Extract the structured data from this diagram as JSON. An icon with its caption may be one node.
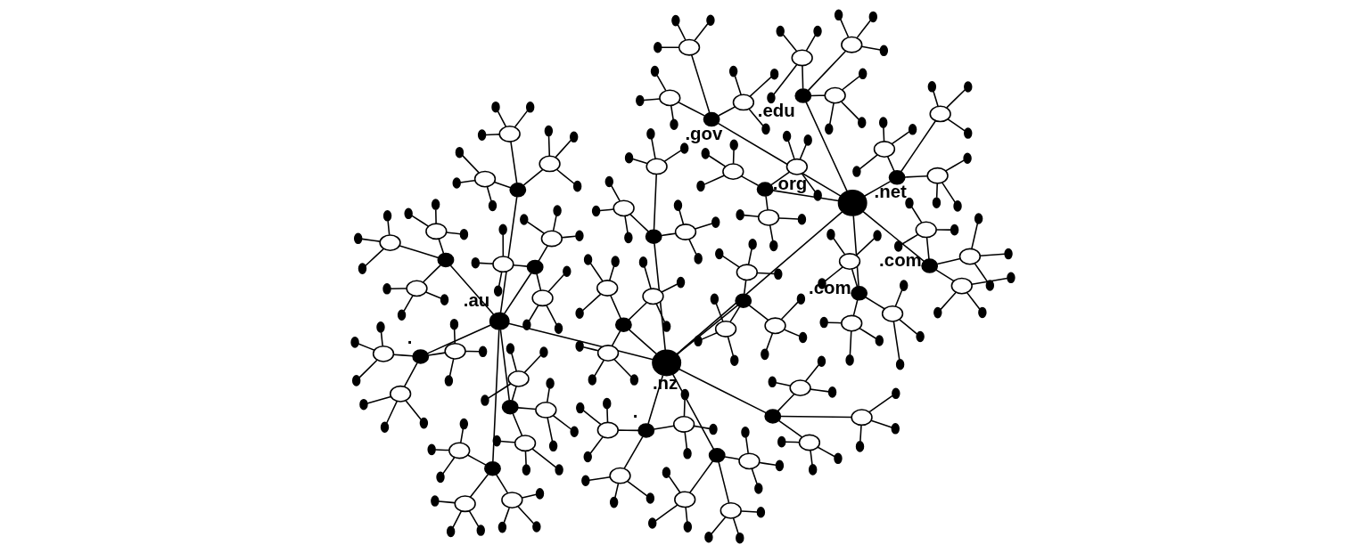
{
  "diagram": {
    "nodes": [
      {
        "text": [],
        "shape": "circle"
      },
      {
        "text": [],
        "shape": "circle",
        "beside": [
          ".com"
        ]
      },
      {
        "text": [],
        "shape": "ellipse"
      },
      {
        "text": [],
        "shape": "circle"
      },
      {
        "text": [],
        "shape": "circle"
      },
      {
        "text": [],
        "shape": "circle"
      },
      {
        "text": [],
        "shape": "ellipse"
      },
      {
        "text": [],
        "shape": "circle"
      },
      {
        "text": [],
        "shape": "circle"
      },
      {
        "text": [],
        "shape": "circle"
      },
      {
        "text": [],
        "shape": "ellipse"
      },
      {
        "text": [],
        "shape": "circle"
      },
      {
        "text": [],
        "shape": "circle"
      },
      {
        "text": [],
        "shape": "circle"
      },
      {
        "text": [],
        "shape": "circle",
        "beside": [
          ".edu"
        ]
      },
      {
        "text": [],
        "shape": "ellipse"
      },
      {
        "text": [],
        "shape": "circle"
      },
      {
        "text": [],
        "shape": "circle"
      },
      {
        "text": [],
        "shape": "circle"
      },
      {
        "text": [],
        "shape": "ellipse"
      },
      {
        "text": [],
        "shape": "circle"
      },
      {
        "text": [],
        "shape": "circle"
      },
      {
        "text": [],
        "shape": "circle"
      },
      {
        "text": [],
        "shape": "ellipse"
      },
      {
        "text": [],
        "shape": "circle"
      },
      {
        "text": [],
        "shape": "circle"
      },
      {
        "text": [],
        "shape": "circle"
      },
      {
        "text": [],
        "shape": "circle",
        "beside": [
          ".org"
        ]
      },
      {
        "text": [],
        "shape": "ellipse"
      },
      {
        "text": [],
        "shape": "circle"
      },
      {
        "text": [],
        "shape": "circle"
      },
      {
        "text": [],
        "shape": "circle"
      },
      {
        "text": [],
        "shape": "ellipse"
      },
      {
        "text": [],
        "shape": "circle"
      },
      {
        "text": [],
        "shape": "circle"
      },
      {
        "text": [],
        "shape": "circle"
      },
      {
        "text": [],
        "shape": "ellipse"
      },
      {
        "text": [],
        "shape": "circle"
      },
      {
        "text": [],
        "shape": "circle"
      },
      {
        "text": [],
        "shape": "circle"
      },
      {
        "text": [],
        "shape": "circle",
        "beside": [
          ".net"
        ]
      },
      {
        "text": [],
        "shape": "ellipse"
      },
      {
        "text": [],
        "shape": "circle"
      },
      {
        "text": [],
        "shape": "circle"
      },
      {
        "text": [],
        "shape": "circle"
      },
      {
        "text": [],
        "shape": "ellipse"
      },
      {
        "text": [],
        "shape": "circle"
      },
      {
        "text": [],
        "shape": "circle"
      },
      {
        "text": [],
        "shape": "circle"
      },
      {
        "text": [],
        "shape": "ellipse"
      },
      {
        "text": [],
        "shape": "circle"
      },
      {
        "text": [],
        "shape": "circle"
      },
      {
        "text": [],
        "shape": "circle"
      },
      {
        "text": [],
        "shape": "circle",
        "beside": [
          ".gov"
        ]
      },
      {
        "text": [],
        "shape": "ellipse"
      },
      {
        "text": [],
        "shape": "circle"
      },
      {
        "text": [],
        "shape": "circle"
      },
      {
        "text": [],
        "shape": "circle"
      },
      {
        "text": [],
        "shape": "ellipse"
      },
      {
        "text": [],
        "shape": "circle"
      },
      {
        "text": [],
        "shape": "circle"
      },
      {
        "text": [],
        "shape": "circle"
      },
      {
        "text": [],
        "shape": "ellipse"
      },
      {
        "text": [],
        "shape": "circle"
      },
      {
        "text": [],
        "shape": "circle"
      },
      {
        "text": [],
        "shape": "circle"
      },
      {
        "text": [],
        "shape": "circle",
        "beside": [
          ".com"
        ]
      },
      {
        "text": [],
        "shape": "ellipse"
      },
      {
        "text": [],
        "shape": "circle"
      },
      {
        "text": [],
        "shape": "circle"
      },
      {
        "text": [],
        "shape": "circle"
      },
      {
        "text": [],
        "shape": "ellipse"
      },
      {
        "text": [],
        "shape": "circle"
      },
      {
        "text": [],
        "shape": "circle"
      },
      {
        "text": [],
        "shape": "circle"
      },
      {
        "text": [],
        "shape": "ellipse"
      },
      {
        "text": [],
        "shape": "circle"
      },
      {
        "text": [],
        "shape": "circle"
      },
      {
        "text": [],
        "shape": "circle"
      },
      {
        "text": [],
        "shape": "circle",
        "beside": [
          ".nz"
        ]
      },
      {
        "text": [],
        "shape": "circle"
      },
      {
        "text": [],
        "shape": "ellipse"
      },
      {
        "text": [],
        "shape": "circle"
      },
      {
        "text": [],
        "shape": "circle"
      },
      {
        "text": [],
        "shape": "circle"
      },
      {
        "text": [],
        "shape": "ellipse"
      },
      {
        "text": [],
        "shape": "circle"
      },
      {
        "text": [],
        "shape": "circle"
      },
      {
        "text": [],
        "shape": "circle"
      },
      {
        "text": [],
        "shape": "ellipse"
      },
      {
        "text": [],
        "shape": "circle"
      },
      {
        "text": [],
        "shape": "circle"
      },
      {
        "text": [],
        "shape": "circle"
      },
      {
        "text": [],
        "shape": "circle"
      },
      {
        "text": [],
        "shape": "ellipse"
      },
      {
        "text": [],
        "shape": "circle"
      },
      {
        "text": [],
        "shape": "circle"
      },
      {
        "text": [],
        "shape": "circle"
      },
      {
        "text": [],
        "shape": "ellipse"
      },
      {
        "text": [],
        "shape": "circle"
      },
      {
        "text": [],
        "shape": "circle"
      },
      {
        "text": [],
        "shape": "circle"
      },
      {
        "text": [],
        "shape": "ellipse"
      },
      {
        "text": [],
        "shape": "circle"
      },
      {
        "text": [],
        "shape": "circle"
      },
      {
        "text": [],
        "shape": "circle"
      },
      {
        "text": [],
        "shape": "circle"
      },
      {
        "text": [],
        "shape": "ellipse"
      },
      {
        "text": [],
        "shape": "circle"
      },
      {
        "text": [],
        "shape": "circle"
      },
      {
        "text": [],
        "shape": "circle"
      },
      {
        "text": [],
        "shape": "ellipse"
      },
      {
        "text": [],
        "shape": "circle"
      },
      {
        "text": [],
        "shape": "circle"
      },
      {
        "text": [],
        "shape": "circle"
      },
      {
        "text": [],
        "shape": "ellipse"
      },
      {
        "text": [],
        "shape": "circle"
      },
      {
        "text": [],
        "shape": "circle"
      },
      {
        "text": [],
        "shape": "circle"
      },
      {
        "text": [],
        "shape": "circle"
      },
      {
        "text": [],
        "shape": "ellipse"
      },
      {
        "text": [],
        "shape": "circle"
      },
      {
        "text": [],
        "shape": "circle"
      },
      {
        "text": [],
        "shape": "circle"
      },
      {
        "text": [],
        "shape": "ellipse"
      },
      {
        "text": [],
        "shape": "circle"
      },
      {
        "text": [],
        "shape": "circle"
      },
      {
        "text": [],
        "shape": "circle"
      },
      {
        "text": [],
        "shape": "ellipse"
      },
      {
        "text": [],
        "shape": "circle"
      },
      {
        "text": [],
        "shape": "circle"
      },
      {
        "text": [],
        "shape": "circle"
      },
      {
        "text": [],
        "shape": "circle"
      },
      {
        "text": [],
        "shape": "ellipse"
      },
      {
        "text": [],
        "shape": "circle"
      },
      {
        "text": [],
        "shape": "circle"
      },
      {
        "text": [],
        "shape": "circle"
      },
      {
        "text": [],
        "shape": "ellipse"
      },
      {
        "text": [],
        "shape": "circle"
      },
      {
        "text": [],
        "shape": "circle"
      },
      {
        "text": [],
        "shape": "circle"
      },
      {
        "text": [],
        "shape": "ellipse"
      },
      {
        "text": [],
        "shape": "circle"
      },
      {
        "text": [],
        "shape": "circle"
      },
      {
        "text": [],
        "shape": "circle"
      },
      {
        "text": [],
        "shape": "circle",
        "beside": [
          "."
        ]
      },
      {
        "text": [],
        "shape": "ellipse"
      },
      {
        "text": [],
        "shape": "circle"
      },
      {
        "text": [],
        "shape": "circle"
      },
      {
        "text": [],
        "shape": "circle"
      },
      {
        "text": [],
        "shape": "ellipse"
      },
      {
        "text": [],
        "shape": "circle"
      },
      {
        "text": [],
        "shape": "circle"
      },
      {
        "text": [],
        "shape": "circle"
      },
      {
        "text": [],
        "shape": "ellipse"
      },
      {
        "text": [],
        "shape": "circle"
      },
      {
        "text": [],
        "shape": "circle"
      },
      {
        "text": [],
        "shape": "circle"
      },
      {
        "text": [],
        "shape": "circle",
        "beside": [
          ".au"
        ]
      },
      {
        "text": [],
        "shape": "circle"
      },
      {
        "text": [],
        "shape": "ellipse"
      },
      {
        "text": [],
        "shape": "circle"
      },
      {
        "text": [],
        "shape": "circle"
      },
      {
        "text": [],
        "shape": "circle"
      },
      {
        "text": [],
        "shape": "ellipse"
      },
      {
        "text": [],
        "shape": "circle"
      },
      {
        "text": [],
        "shape": "circle"
      },
      {
        "text": [],
        "shape": "circle"
      },
      {
        "text": [],
        "shape": "ellipse"
      },
      {
        "text": [],
        "shape": "circle"
      },
      {
        "text": [],
        "shape": "circle"
      },
      {
        "text": [],
        "shape": "circle"
      },
      {
        "text": [],
        "shape": "circle"
      },
      {
        "text": [],
        "shape": "ellipse"
      },
      {
        "text": [],
        "shape": "circle"
      },
      {
        "text": [],
        "shape": "circle"
      },
      {
        "text": [],
        "shape": "circle"
      },
      {
        "text": [],
        "shape": "ellipse"
      },
      {
        "text": [],
        "shape": "circle"
      },
      {
        "text": [],
        "shape": "circle"
      },
      {
        "text": [],
        "shape": "circle"
      },
      {
        "text": [],
        "shape": "ellipse"
      },
      {
        "text": [],
        "shape": "circle"
      },
      {
        "text": [],
        "shape": "circle"
      },
      {
        "text": [],
        "shape": "circle"
      },
      {
        "text": [],
        "shape": "circle"
      },
      {
        "text": [],
        "shape": "ellipse"
      },
      {
        "text": [],
        "shape": "circle"
      },
      {
        "text": [],
        "shape": "circle"
      },
      {
        "text": [],
        "shape": "circle"
      },
      {
        "text": [],
        "shape": "ellipse"
      },
      {
        "text": [],
        "shape": "circle"
      },
      {
        "text": [],
        "shape": "circle"
      },
      {
        "text": [],
        "shape": "circle"
      },
      {
        "text": [],
        "shape": "ellipse"
      },
      {
        "text": [],
        "shape": "circle"
      },
      {
        "text": [],
        "shape": "circle"
      },
      {
        "text": [],
        "shape": "circle"
      },
      {
        "text": [],
        "shape": "circle"
      },
      {
        "text": [],
        "shape": "ellipse"
      },
      {
        "text": [],
        "shape": "circle"
      },
      {
        "text": [],
        "shape": "circle"
      },
      {
        "text": [],
        "shape": "circle"
      },
      {
        "text": [],
        "shape": "ellipse"
      },
      {
        "text": [],
        "shape": "circle"
      },
      {
        "text": [],
        "shape": "circle"
      },
      {
        "text": [],
        "shape": "circle"
      },
      {
        "text": [],
        "shape": "ellipse"
      },
      {
        "text": [],
        "shape": "circle"
      },
      {
        "text": [],
        "shape": "circle"
      },
      {
        "text": [],
        "shape": "circle"
      },
      {
        "text": [],
        "shape": "circle"
      },
      {
        "text": [],
        "shape": "ellipse"
      },
      {
        "text": [],
        "shape": "circle"
      },
      {
        "text": [],
        "shape": "circle"
      },
      {
        "text": [],
        "shape": "circle"
      },
      {
        "text": [],
        "shape": "ellipse"
      },
      {
        "text": [],
        "shape": "circle"
      },
      {
        "text": [],
        "shape": "circle"
      },
      {
        "text": [],
        "shape": "circle"
      },
      {
        "text": [],
        "shape": "ellipse"
      },
      {
        "text": [],
        "shape": "circle"
      },
      {
        "text": [],
        "shape": "circle"
      },
      {
        "text": [],
        "shape": "circle"
      },
      {
        "text": [],
        "shape": "circle",
        "beside": [
          "."
        ]
      },
      {
        "text": [],
        "shape": "ellipse"
      },
      {
        "text": [],
        "shape": "circle"
      },
      {
        "text": [],
        "shape": "circle"
      },
      {
        "text": [],
        "shape": "circle"
      },
      {
        "text": [],
        "shape": "ellipse"
      },
      {
        "text": [],
        "shape": "circle"
      },
      {
        "text": [],
        "shape": "circle"
      },
      {
        "text": [],
        "shape": "circle"
      },
      {
        "text": [],
        "shape": "ellipse"
      },
      {
        "text": [],
        "shape": "circle"
      },
      {
        "text": [],
        "shape": "circle"
      },
      {
        "text": [],
        "shape": "circle"
      }
    ],
    "edges": [
      {
        "from": 0,
        "to": 1,
        "arrow": "none"
      },
      {
        "from": 1,
        "to": 2,
        "arrow": "none"
      },
      {
        "from": 2,
        "to": 3,
        "arrow": "none"
      },
      {
        "from": 2,
        "to": 4,
        "arrow": "none"
      },
      {
        "from": 2,
        "to": 5,
        "arrow": "none"
      },
      {
        "from": 1,
        "to": 6,
        "arrow": "none"
      },
      {
        "from": 6,
        "to": 7,
        "arrow": "none"
      },
      {
        "from": 6,
        "to": 8,
        "arrow": "none"
      },
      {
        "from": 6,
        "to": 9,
        "arrow": "none"
      },
      {
        "from": 1,
        "to": 10,
        "arrow": "none"
      },
      {
        "from": 10,
        "to": 11,
        "arrow": "none"
      },
      {
        "from": 10,
        "to": 12,
        "arrow": "none"
      },
      {
        "from": 10,
        "to": 13,
        "arrow": "none"
      },
      {
        "from": 0,
        "to": 14,
        "arrow": "none"
      },
      {
        "from": 14,
        "to": 15,
        "arrow": "none"
      },
      {
        "from": 15,
        "to": 16,
        "arrow": "none"
      },
      {
        "from": 15,
        "to": 17,
        "arrow": "none"
      },
      {
        "from": 15,
        "to": 18,
        "arrow": "none"
      },
      {
        "from": 14,
        "to": 19,
        "arrow": "none"
      },
      {
        "from": 19,
        "to": 20,
        "arrow": "none"
      },
      {
        "from": 19,
        "to": 21,
        "arrow": "none"
      },
      {
        "from": 19,
        "to": 22,
        "arrow": "none"
      },
      {
        "from": 14,
        "to": 23,
        "arrow": "none"
      },
      {
        "from": 23,
        "to": 24,
        "arrow": "none"
      },
      {
        "from": 23,
        "to": 25,
        "arrow": "none"
      },
      {
        "from": 23,
        "to": 26,
        "arrow": "none"
      },
      {
        "from": 0,
        "to": 27,
        "arrow": "none"
      },
      {
        "from": 27,
        "to": 28,
        "arrow": "none"
      },
      {
        "from": 28,
        "to": 29,
        "arrow": "none"
      },
      {
        "from": 28,
        "to": 30,
        "arrow": "none"
      },
      {
        "from": 28,
        "to": 31,
        "arrow": "none"
      },
      {
        "from": 27,
        "to": 32,
        "arrow": "none"
      },
      {
        "from": 32,
        "to": 33,
        "arrow": "none"
      },
      {
        "from": 32,
        "to": 34,
        "arrow": "none"
      },
      {
        "from": 32,
        "to": 35,
        "arrow": "none"
      },
      {
        "from": 27,
        "to": 36,
        "arrow": "none"
      },
      {
        "from": 36,
        "to": 37,
        "arrow": "none"
      },
      {
        "from": 36,
        "to": 38,
        "arrow": "none"
      },
      {
        "from": 36,
        "to": 39,
        "arrow": "none"
      },
      {
        "from": 0,
        "to": 40,
        "arrow": "none"
      },
      {
        "from": 40,
        "to": 41,
        "arrow": "none"
      },
      {
        "from": 41,
        "to": 42,
        "arrow": "none"
      },
      {
        "from": 41,
        "to": 43,
        "arrow": "none"
      },
      {
        "from": 41,
        "to": 44,
        "arrow": "none"
      },
      {
        "from": 40,
        "to": 45,
        "arrow": "none"
      },
      {
        "from": 45,
        "to": 46,
        "arrow": "none"
      },
      {
        "from": 45,
        "to": 47,
        "arrow": "none"
      },
      {
        "from": 45,
        "to": 48,
        "arrow": "none"
      },
      {
        "from": 40,
        "to": 49,
        "arrow": "none"
      },
      {
        "from": 49,
        "to": 50,
        "arrow": "none"
      },
      {
        "from": 49,
        "to": 51,
        "arrow": "none"
      },
      {
        "from": 49,
        "to": 52,
        "arrow": "none"
      },
      {
        "from": 0,
        "to": 53,
        "arrow": "none"
      },
      {
        "from": 53,
        "to": 54,
        "arrow": "none"
      },
      {
        "from": 54,
        "to": 55,
        "arrow": "none"
      },
      {
        "from": 54,
        "to": 56,
        "arrow": "none"
      },
      {
        "from": 54,
        "to": 57,
        "arrow": "none"
      },
      {
        "from": 53,
        "to": 58,
        "arrow": "none"
      },
      {
        "from": 58,
        "to": 59,
        "arrow": "none"
      },
      {
        "from": 58,
        "to": 60,
        "arrow": "none"
      },
      {
        "from": 58,
        "to": 61,
        "arrow": "none"
      },
      {
        "from": 53,
        "to": 62,
        "arrow": "none"
      },
      {
        "from": 62,
        "to": 63,
        "arrow": "none"
      },
      {
        "from": 62,
        "to": 64,
        "arrow": "none"
      },
      {
        "from": 62,
        "to": 65,
        "arrow": "none"
      },
      {
        "from": 0,
        "to": 66,
        "arrow": "none"
      },
      {
        "from": 66,
        "to": 67,
        "arrow": "none"
      },
      {
        "from": 67,
        "to": 68,
        "arrow": "none"
      },
      {
        "from": 67,
        "to": 69,
        "arrow": "none"
      },
      {
        "from": 67,
        "to": 70,
        "arrow": "none"
      },
      {
        "from": 66,
        "to": 71,
        "arrow": "none"
      },
      {
        "from": 71,
        "to": 72,
        "arrow": "none"
      },
      {
        "from": 71,
        "to": 73,
        "arrow": "none"
      },
      {
        "from": 71,
        "to": 74,
        "arrow": "none"
      },
      {
        "from": 66,
        "to": 75,
        "arrow": "none"
      },
      {
        "from": 75,
        "to": 76,
        "arrow": "none"
      },
      {
        "from": 75,
        "to": 77,
        "arrow": "none"
      },
      {
        "from": 75,
        "to": 78,
        "arrow": "none"
      },
      {
        "from": 0,
        "to": 79,
        "arrow": "none"
      },
      {
        "from": 79,
        "to": 80,
        "arrow": "none"
      },
      {
        "from": 80,
        "to": 81,
        "arrow": "none"
      },
      {
        "from": 81,
        "to": 82,
        "arrow": "none"
      },
      {
        "from": 81,
        "to": 83,
        "arrow": "none"
      },
      {
        "from": 81,
        "to": 84,
        "arrow": "none"
      },
      {
        "from": 80,
        "to": 85,
        "arrow": "none"
      },
      {
        "from": 85,
        "to": 86,
        "arrow": "none"
      },
      {
        "from": 85,
        "to": 87,
        "arrow": "none"
      },
      {
        "from": 85,
        "to": 88,
        "arrow": "none"
      },
      {
        "from": 80,
        "to": 89,
        "arrow": "none"
      },
      {
        "from": 89,
        "to": 90,
        "arrow": "none"
      },
      {
        "from": 89,
        "to": 91,
        "arrow": "none"
      },
      {
        "from": 89,
        "to": 92,
        "arrow": "none"
      },
      {
        "from": 79,
        "to": 93,
        "arrow": "none"
      },
      {
        "from": 93,
        "to": 94,
        "arrow": "none"
      },
      {
        "from": 94,
        "to": 95,
        "arrow": "none"
      },
      {
        "from": 94,
        "to": 96,
        "arrow": "none"
      },
      {
        "from": 94,
        "to": 97,
        "arrow": "none"
      },
      {
        "from": 93,
        "to": 98,
        "arrow": "none"
      },
      {
        "from": 98,
        "to": 99,
        "arrow": "none"
      },
      {
        "from": 98,
        "to": 100,
        "arrow": "none"
      },
      {
        "from": 98,
        "to": 101,
        "arrow": "none"
      },
      {
        "from": 93,
        "to": 102,
        "arrow": "none"
      },
      {
        "from": 102,
        "to": 103,
        "arrow": "none"
      },
      {
        "from": 102,
        "to": 104,
        "arrow": "none"
      },
      {
        "from": 102,
        "to": 105,
        "arrow": "none"
      },
      {
        "from": 79,
        "to": 106,
        "arrow": "none"
      },
      {
        "from": 106,
        "to": 107,
        "arrow": "none"
      },
      {
        "from": 107,
        "to": 108,
        "arrow": "none"
      },
      {
        "from": 107,
        "to": 109,
        "arrow": "none"
      },
      {
        "from": 107,
        "to": 110,
        "arrow": "none"
      },
      {
        "from": 106,
        "to": 111,
        "arrow": "none"
      },
      {
        "from": 111,
        "to": 112,
        "arrow": "none"
      },
      {
        "from": 111,
        "to": 113,
        "arrow": "none"
      },
      {
        "from": 111,
        "to": 114,
        "arrow": "none"
      },
      {
        "from": 106,
        "to": 115,
        "arrow": "none"
      },
      {
        "from": 115,
        "to": 116,
        "arrow": "none"
      },
      {
        "from": 115,
        "to": 117,
        "arrow": "none"
      },
      {
        "from": 115,
        "to": 118,
        "arrow": "none"
      },
      {
        "from": 79,
        "to": 119,
        "arrow": "none"
      },
      {
        "from": 119,
        "to": 120,
        "arrow": "none"
      },
      {
        "from": 120,
        "to": 121,
        "arrow": "none"
      },
      {
        "from": 120,
        "to": 122,
        "arrow": "none"
      },
      {
        "from": 120,
        "to": 123,
        "arrow": "none"
      },
      {
        "from": 119,
        "to": 124,
        "arrow": "none"
      },
      {
        "from": 124,
        "to": 125,
        "arrow": "none"
      },
      {
        "from": 124,
        "to": 126,
        "arrow": "none"
      },
      {
        "from": 124,
        "to": 127,
        "arrow": "none"
      },
      {
        "from": 119,
        "to": 128,
        "arrow": "none"
      },
      {
        "from": 128,
        "to": 129,
        "arrow": "none"
      },
      {
        "from": 128,
        "to": 130,
        "arrow": "none"
      },
      {
        "from": 128,
        "to": 131,
        "arrow": "none"
      },
      {
        "from": 79,
        "to": 132,
        "arrow": "none"
      },
      {
        "from": 132,
        "to": 133,
        "arrow": "none"
      },
      {
        "from": 133,
        "to": 134,
        "arrow": "none"
      },
      {
        "from": 133,
        "to": 135,
        "arrow": "none"
      },
      {
        "from": 133,
        "to": 136,
        "arrow": "none"
      },
      {
        "from": 132,
        "to": 137,
        "arrow": "none"
      },
      {
        "from": 137,
        "to": 138,
        "arrow": "none"
      },
      {
        "from": 137,
        "to": 139,
        "arrow": "none"
      },
      {
        "from": 137,
        "to": 140,
        "arrow": "none"
      },
      {
        "from": 132,
        "to": 141,
        "arrow": "none"
      },
      {
        "from": 141,
        "to": 142,
        "arrow": "none"
      },
      {
        "from": 141,
        "to": 143,
        "arrow": "none"
      },
      {
        "from": 141,
        "to": 144,
        "arrow": "none"
      },
      {
        "from": 79,
        "to": 145,
        "arrow": "none"
      },
      {
        "from": 145,
        "to": 146,
        "arrow": "none"
      },
      {
        "from": 146,
        "to": 147,
        "arrow": "none"
      },
      {
        "from": 146,
        "to": 148,
        "arrow": "none"
      },
      {
        "from": 146,
        "to": 149,
        "arrow": "none"
      },
      {
        "from": 145,
        "to": 150,
        "arrow": "none"
      },
      {
        "from": 150,
        "to": 151,
        "arrow": "none"
      },
      {
        "from": 150,
        "to": 152,
        "arrow": "none"
      },
      {
        "from": 150,
        "to": 153,
        "arrow": "none"
      },
      {
        "from": 145,
        "to": 154,
        "arrow": "none"
      },
      {
        "from": 154,
        "to": 155,
        "arrow": "none"
      },
      {
        "from": 154,
        "to": 156,
        "arrow": "none"
      },
      {
        "from": 154,
        "to": 157,
        "arrow": "none"
      },
      {
        "from": 79,
        "to": 158,
        "arrow": "none"
      },
      {
        "from": 158,
        "to": 159,
        "arrow": "none"
      },
      {
        "from": 159,
        "to": 160,
        "arrow": "none"
      },
      {
        "from": 160,
        "to": 161,
        "arrow": "none"
      },
      {
        "from": 160,
        "to": 162,
        "arrow": "none"
      },
      {
        "from": 160,
        "to": 163,
        "arrow": "none"
      },
      {
        "from": 159,
        "to": 164,
        "arrow": "none"
      },
      {
        "from": 164,
        "to": 165,
        "arrow": "none"
      },
      {
        "from": 164,
        "to": 166,
        "arrow": "none"
      },
      {
        "from": 164,
        "to": 167,
        "arrow": "none"
      },
      {
        "from": 159,
        "to": 168,
        "arrow": "none"
      },
      {
        "from": 168,
        "to": 169,
        "arrow": "none"
      },
      {
        "from": 168,
        "to": 170,
        "arrow": "none"
      },
      {
        "from": 168,
        "to": 171,
        "arrow": "none"
      },
      {
        "from": 158,
        "to": 172,
        "arrow": "none"
      },
      {
        "from": 172,
        "to": 173,
        "arrow": "none"
      },
      {
        "from": 173,
        "to": 174,
        "arrow": "none"
      },
      {
        "from": 173,
        "to": 175,
        "arrow": "none"
      },
      {
        "from": 173,
        "to": 176,
        "arrow": "none"
      },
      {
        "from": 172,
        "to": 177,
        "arrow": "none"
      },
      {
        "from": 177,
        "to": 178,
        "arrow": "none"
      },
      {
        "from": 177,
        "to": 179,
        "arrow": "none"
      },
      {
        "from": 177,
        "to": 180,
        "arrow": "none"
      },
      {
        "from": 172,
        "to": 181,
        "arrow": "none"
      },
      {
        "from": 181,
        "to": 182,
        "arrow": "none"
      },
      {
        "from": 181,
        "to": 183,
        "arrow": "none"
      },
      {
        "from": 181,
        "to": 184,
        "arrow": "none"
      },
      {
        "from": 158,
        "to": 185,
        "arrow": "none"
      },
      {
        "from": 185,
        "to": 186,
        "arrow": "none"
      },
      {
        "from": 186,
        "to": 187,
        "arrow": "none"
      },
      {
        "from": 186,
        "to": 188,
        "arrow": "none"
      },
      {
        "from": 186,
        "to": 189,
        "arrow": "none"
      },
      {
        "from": 185,
        "to": 190,
        "arrow": "none"
      },
      {
        "from": 190,
        "to": 191,
        "arrow": "none"
      },
      {
        "from": 190,
        "to": 192,
        "arrow": "none"
      },
      {
        "from": 190,
        "to": 193,
        "arrow": "none"
      },
      {
        "from": 185,
        "to": 194,
        "arrow": "none"
      },
      {
        "from": 194,
        "to": 195,
        "arrow": "none"
      },
      {
        "from": 194,
        "to": 196,
        "arrow": "none"
      },
      {
        "from": 194,
        "to": 197,
        "arrow": "none"
      },
      {
        "from": 158,
        "to": 198,
        "arrow": "none"
      },
      {
        "from": 198,
        "to": 199,
        "arrow": "none"
      },
      {
        "from": 199,
        "to": 200,
        "arrow": "none"
      },
      {
        "from": 199,
        "to": 201,
        "arrow": "none"
      },
      {
        "from": 199,
        "to": 202,
        "arrow": "none"
      },
      {
        "from": 198,
        "to": 203,
        "arrow": "none"
      },
      {
        "from": 203,
        "to": 204,
        "arrow": "none"
      },
      {
        "from": 203,
        "to": 205,
        "arrow": "none"
      },
      {
        "from": 203,
        "to": 206,
        "arrow": "none"
      },
      {
        "from": 198,
        "to": 207,
        "arrow": "none"
      },
      {
        "from": 207,
        "to": 208,
        "arrow": "none"
      },
      {
        "from": 207,
        "to": 209,
        "arrow": "none"
      },
      {
        "from": 207,
        "to": 210,
        "arrow": "none"
      },
      {
        "from": 158,
        "to": 211,
        "arrow": "none"
      },
      {
        "from": 211,
        "to": 212,
        "arrow": "none"
      },
      {
        "from": 212,
        "to": 213,
        "arrow": "none"
      },
      {
        "from": 212,
        "to": 214,
        "arrow": "none"
      },
      {
        "from": 212,
        "to": 215,
        "arrow": "none"
      },
      {
        "from": 211,
        "to": 216,
        "arrow": "none"
      },
      {
        "from": 216,
        "to": 217,
        "arrow": "none"
      },
      {
        "from": 216,
        "to": 218,
        "arrow": "none"
      },
      {
        "from": 216,
        "to": 219,
        "arrow": "none"
      },
      {
        "from": 211,
        "to": 220,
        "arrow": "none"
      },
      {
        "from": 220,
        "to": 221,
        "arrow": "none"
      },
      {
        "from": 220,
        "to": 222,
        "arrow": "none"
      },
      {
        "from": 220,
        "to": 223,
        "arrow": "none"
      },
      {
        "from": 158,
        "to": 224,
        "arrow": "none"
      },
      {
        "from": 224,
        "to": 225,
        "arrow": "none"
      },
      {
        "from": 225,
        "to": 226,
        "arrow": "none"
      },
      {
        "from": 225,
        "to": 227,
        "arrow": "none"
      },
      {
        "from": 225,
        "to": 228,
        "arrow": "none"
      },
      {
        "from": 224,
        "to": 229,
        "arrow": "none"
      },
      {
        "from": 229,
        "to": 230,
        "arrow": "none"
      },
      {
        "from": 229,
        "to": 231,
        "arrow": "none"
      },
      {
        "from": 229,
        "to": 232,
        "arrow": "none"
      },
      {
        "from": 224,
        "to": 233,
        "arrow": "none"
      },
      {
        "from": 233,
        "to": 234,
        "arrow": "none"
      },
      {
        "from": 233,
        "to": 235,
        "arrow": "none"
      },
      {
        "from": 233,
        "to": 236,
        "arrow": "none"
      }
    ]
  }
}
